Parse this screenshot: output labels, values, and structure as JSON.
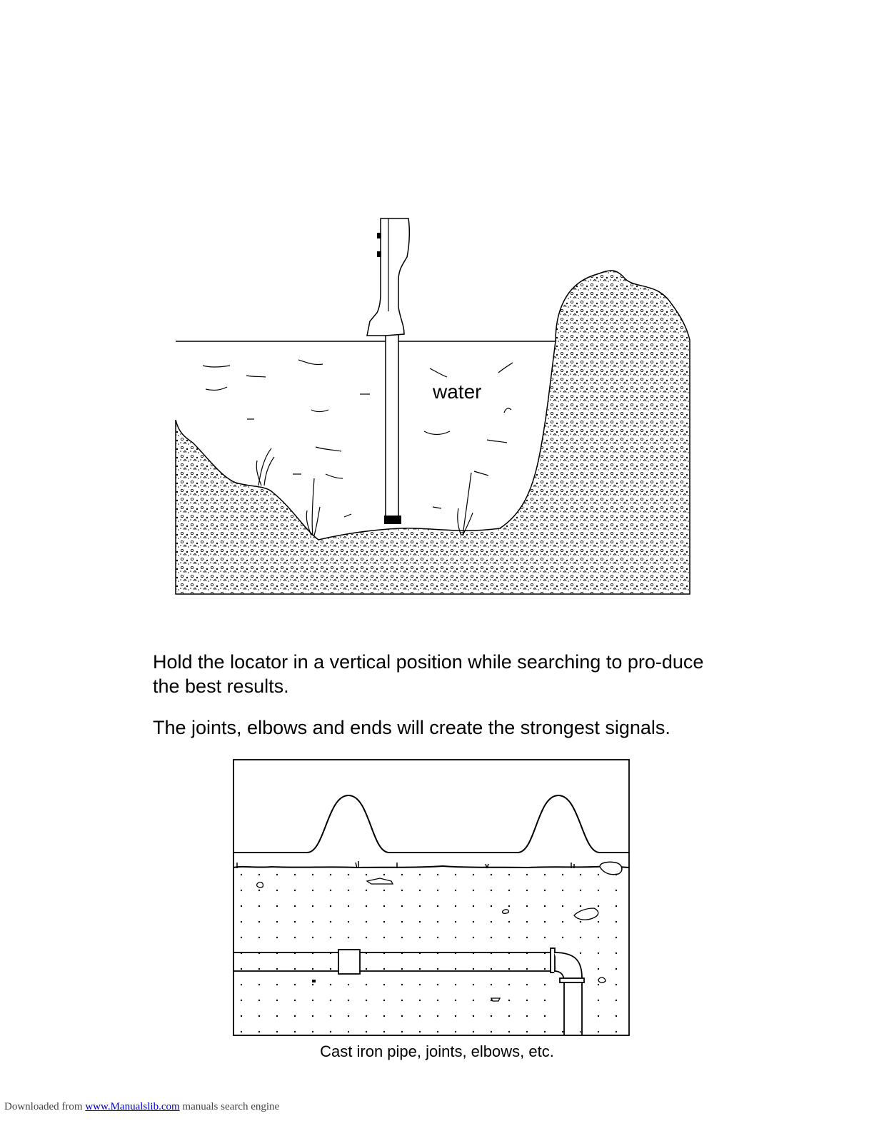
{
  "figure1": {
    "label": "water"
  },
  "paragraphs": [
    "Hold the locator in a vertical position while searching to pro-duce the best results.",
    "The joints, elbows and ends will create the strongest signals."
  ],
  "figure2": {
    "caption": "Cast iron pipe, joints, elbows, etc."
  },
  "footer": {
    "prefix": "Downloaded from ",
    "link_text": "www.Manualslib.com",
    "suffix": " manuals search engine"
  }
}
